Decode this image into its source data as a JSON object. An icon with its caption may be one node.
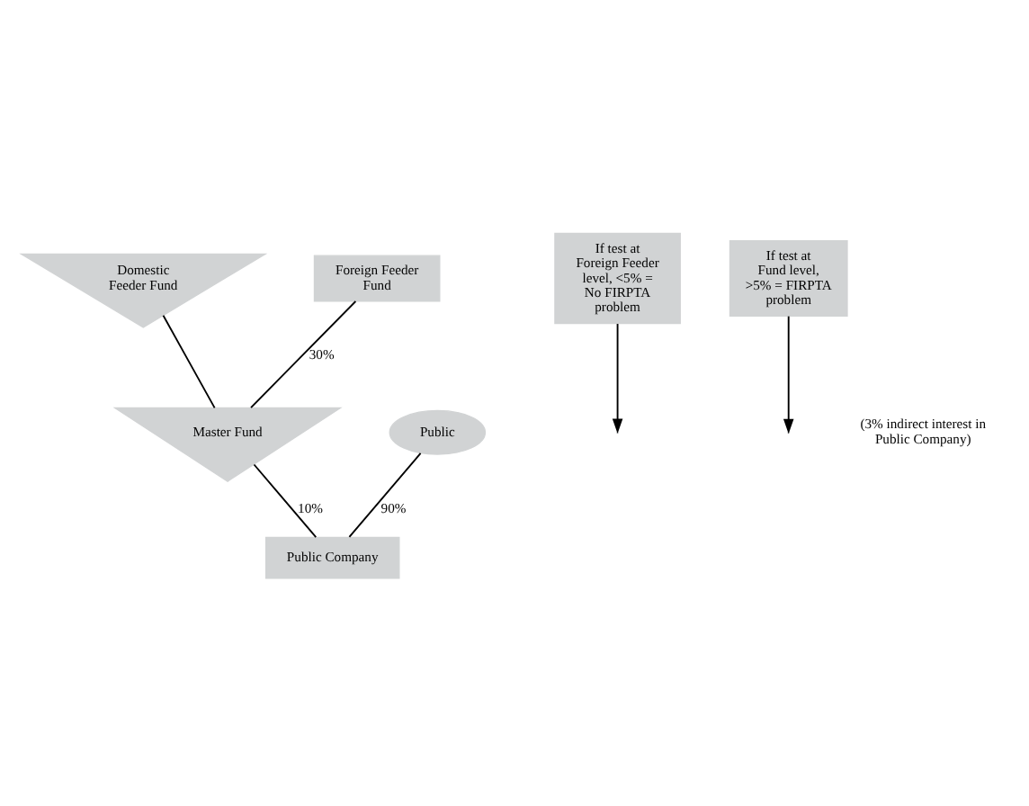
{
  "diagram": {
    "nodes": [
      {
        "text": [
          "Domestic Feeder Fund"
        ]
      },
      {
        "text": [
          "Foreign Feeder Fund"
        ]
      },
      {
        "text": [
          "If test at Foreign Feeder level, <5% = No FIRPTA problem"
        ]
      },
      {
        "text": [
          "Master Fund"
        ]
      },
      {
        "text": [
          "Public"
        ]
      },
      {
        "text": [
          "If test at Fund level, >5% = FIRPTA problem"
        ]
      },
      {
        "text": [
          "Public Company"
        ]
      }
    ],
    "edges": [
      {
        "from": 0,
        "to": 3,
        "arrow": "none"
      },
      {
        "from": 1,
        "to": 3,
        "arrow": "none",
        "label": "30%"
      },
      {
        "from": 2,
        "to": null,
        "arrow": "to"
      },
      {
        "from": 3,
        "to": 6,
        "arrow": "none",
        "label": "10%"
      },
      {
        "from": 4,
        "to": 6,
        "arrow": "none",
        "label": "90%"
      },
      {
        "from": 5,
        "to": null,
        "arrow": "to"
      }
    ],
    "labels": [
      "(3% indirect interest in Public Company)"
    ]
  }
}
